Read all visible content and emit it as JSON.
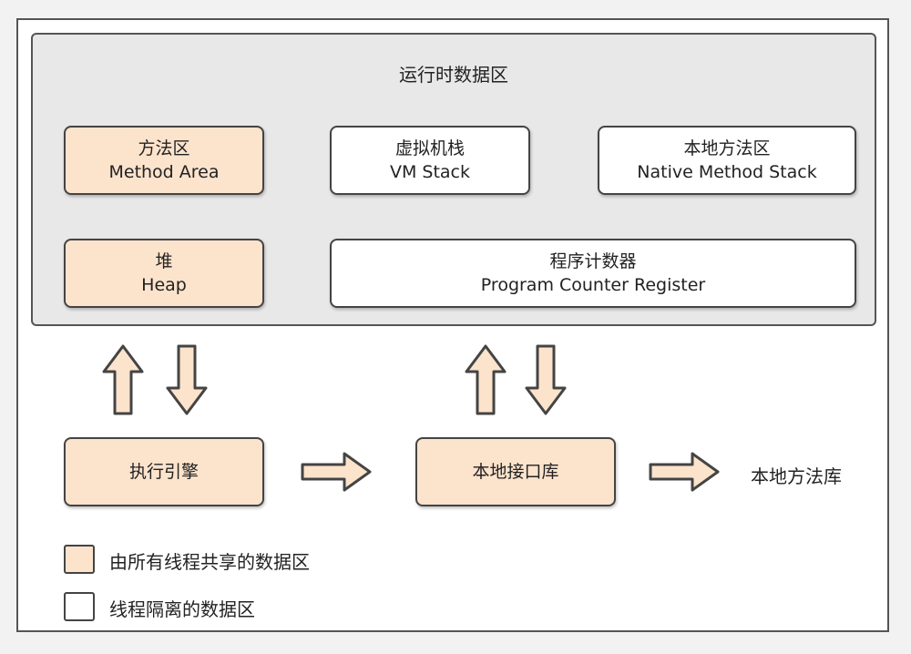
{
  "runtime_area": {
    "title": "运行时数据区",
    "method_area": {
      "zh": "方法区",
      "en": "Method Area"
    },
    "vm_stack": {
      "zh": "虚拟机栈",
      "en": "VM Stack"
    },
    "native_method_stack": {
      "zh": "本地方法区",
      "en": "Native Method Stack"
    },
    "heap": {
      "zh": "堆",
      "en": "Heap"
    },
    "pc_register": {
      "zh": "程序计数器",
      "en": "Program Counter Register"
    }
  },
  "execution_engine": "执行引擎",
  "native_interface": "本地接口库",
  "native_library": "本地方法库",
  "legend": {
    "shared": "由所有线程共享的数据区",
    "isolated": "线程隔离的数据区"
  },
  "colors": {
    "shared_fill": "#fce3cc",
    "isolated_fill": "#ffffff",
    "runtime_bg": "#e8e8e8",
    "stroke": "#444444"
  }
}
